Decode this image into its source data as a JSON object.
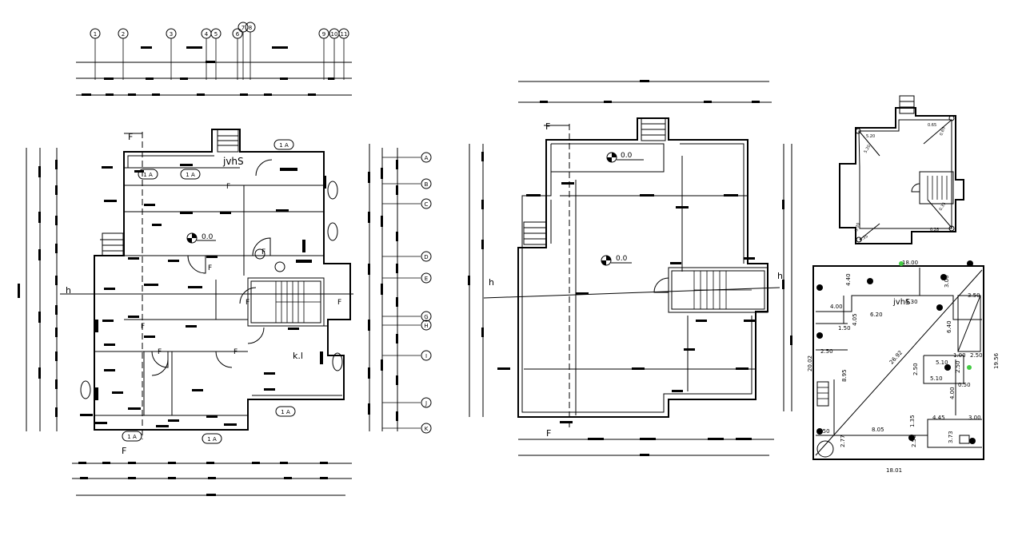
{
  "plan1": {
    "grid_top": [
      "1",
      "2",
      "3",
      "4",
      "5",
      "6",
      "7",
      "8",
      "9",
      "10",
      "11"
    ],
    "grid_right": [
      "A",
      "B",
      "C",
      "D",
      "E",
      "G",
      "H",
      "I",
      "J",
      "K"
    ],
    "section_marker": "F",
    "section_tag": "1  A",
    "level": "0.0",
    "h_marker": "h",
    "door_tag": "F",
    "room_mark": "jvhS",
    "kitchen_mark": "k.l"
  },
  "plan2": {
    "level_upper": "0.0",
    "level_main": "0.0",
    "section_marker": "F",
    "h_marker": "h"
  },
  "roof": {
    "dims": [
      "5.20",
      "0.65",
      "0.65",
      "5.20",
      "0.35",
      "5.20",
      "0.35",
      "0.28"
    ]
  },
  "site": {
    "top_dim": "18.00",
    "bottom_dim": "18.01",
    "diagonal_dim": "26.92",
    "left_dim": "20.02",
    "right_dim": "19.56",
    "room_mark": "jvhS",
    "dims": [
      "4.40",
      "3.00",
      "4.00",
      "4.30",
      "6.20",
      "4.05",
      "6.40",
      "1.50",
      "2.50",
      "2.50",
      "5.10",
      "5.10",
      "2.50",
      "1.00",
      "2.50",
      "8.95",
      "4.00",
      "0.50",
      "4.45",
      "3.00",
      "8.05",
      "1.35",
      "2.50",
      "2.77",
      "3.73",
      "2.50",
      "3.50"
    ]
  }
}
